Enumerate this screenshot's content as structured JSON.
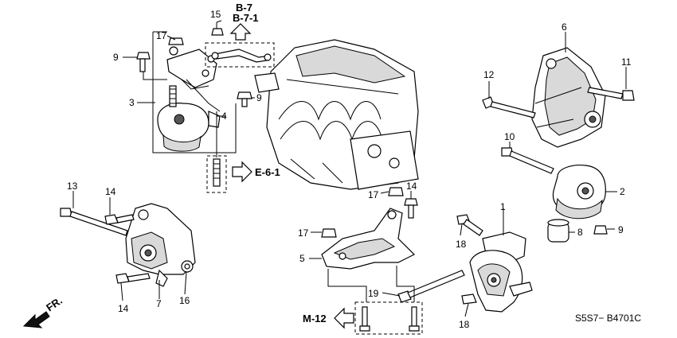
{
  "diagram": {
    "callouts": {
      "c1": "1",
      "c2": "2",
      "c3": "3",
      "c4": "4",
      "c5": "5",
      "c6": "6",
      "c7": "7",
      "c8": "8",
      "c9a": "9",
      "c9b": "9",
      "c9c": "9",
      "c10": "10",
      "c11": "11",
      "c12": "12",
      "c13": "13",
      "c14a": "14",
      "c14b": "14",
      "c14c": "14",
      "c15": "15",
      "c16": "16",
      "c17a": "17",
      "c17b": "17",
      "c17c": "17",
      "c18a": "18",
      "c18b": "18",
      "c19": "19"
    },
    "refs": {
      "b7": "B-7",
      "b71": "B-7-1",
      "e61": "E-6-1",
      "m12": "M-12",
      "fr": "FR."
    },
    "code": "S5S7− B4701C"
  }
}
